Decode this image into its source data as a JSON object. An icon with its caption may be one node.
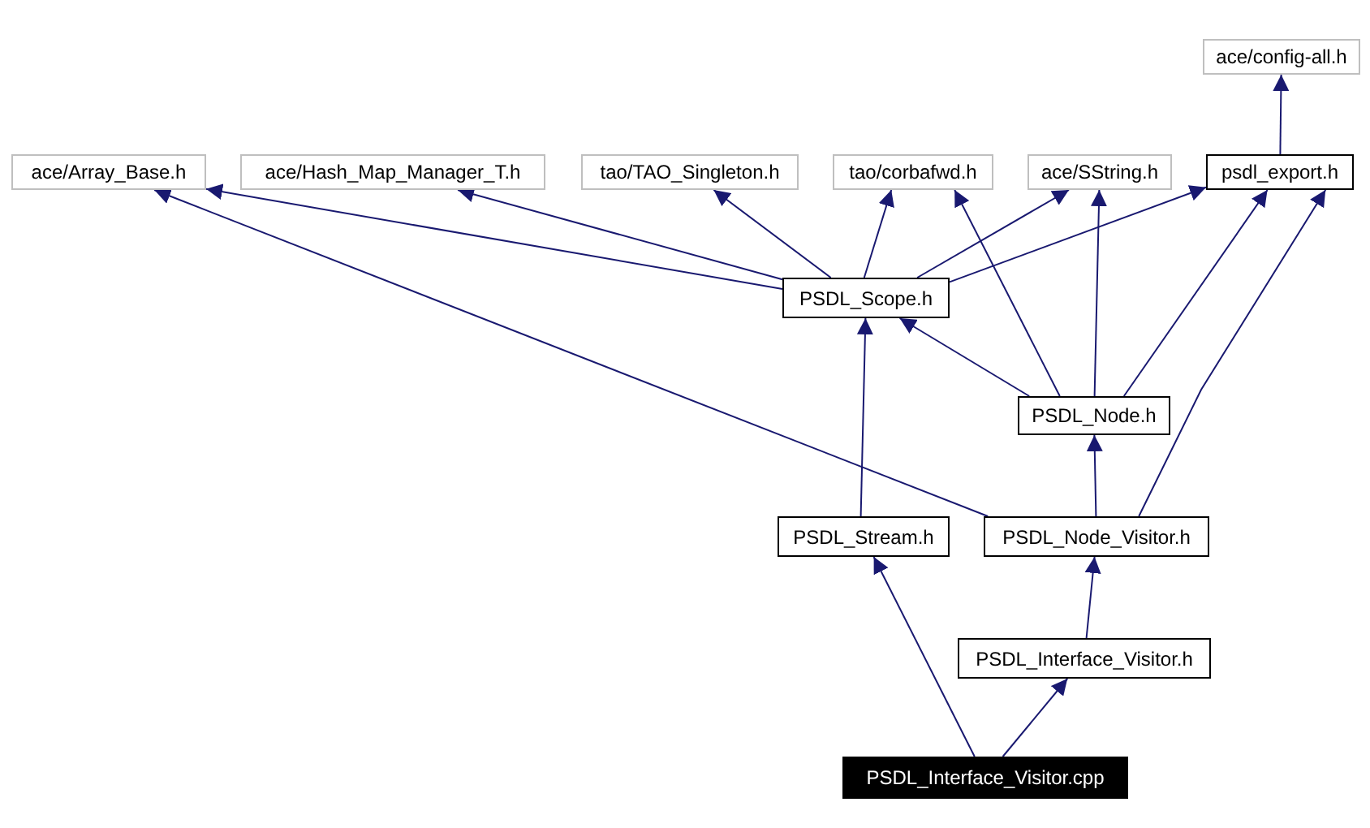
{
  "diagram": {
    "nodes": [
      {
        "text": [
          "ace/config-all.h"
        ]
      },
      {
        "text": [
          "ace/Array_Base.h"
        ]
      },
      {
        "text": [
          "ace/Hash_Map_Manager_T.h"
        ]
      },
      {
        "text": [
          "tao/TAO_Singleton.h"
        ]
      },
      {
        "text": [
          "tao/corbafwd.h"
        ]
      },
      {
        "text": [
          "ace/SString.h"
        ]
      },
      {
        "text": [
          "psdl_export.h"
        ]
      },
      {
        "text": [
          "PSDL_Scope.h"
        ]
      },
      {
        "text": [
          "PSDL_Node.h"
        ]
      },
      {
        "text": [
          "PSDL_Stream.h"
        ]
      },
      {
        "text": [
          "PSDL_Node_Visitor.h"
        ]
      },
      {
        "text": [
          "PSDL_Interface_Visitor.h"
        ]
      },
      {
        "text": [
          "PSDL_Interface_Visitor.cpp"
        ]
      }
    ],
    "edges": [
      {
        "from": 6,
        "to": 0,
        "arrow": "to"
      },
      {
        "from": 7,
        "to": 1,
        "arrow": "to"
      },
      {
        "from": 7,
        "to": 2,
        "arrow": "to"
      },
      {
        "from": 7,
        "to": 3,
        "arrow": "to"
      },
      {
        "from": 7,
        "to": 4,
        "arrow": "to"
      },
      {
        "from": 7,
        "to": 5,
        "arrow": "to"
      },
      {
        "from": 7,
        "to": 6,
        "arrow": "to"
      },
      {
        "from": 8,
        "to": 7,
        "arrow": "to"
      },
      {
        "from": 8,
        "to": 4,
        "arrow": "to"
      },
      {
        "from": 8,
        "to": 5,
        "arrow": "to"
      },
      {
        "from": 8,
        "to": 6,
        "arrow": "to"
      },
      {
        "from": 9,
        "to": 7,
        "arrow": "to"
      },
      {
        "from": 10,
        "to": 1,
        "arrow": "to"
      },
      {
        "from": 10,
        "to": 8,
        "arrow": "to"
      },
      {
        "from": 10,
        "to": 6,
        "arrow": "to"
      },
      {
        "from": 11,
        "to": 10,
        "arrow": "to"
      },
      {
        "from": 12,
        "to": 9,
        "arrow": "to"
      },
      {
        "from": 12,
        "to": 11,
        "arrow": "to"
      }
    ]
  }
}
